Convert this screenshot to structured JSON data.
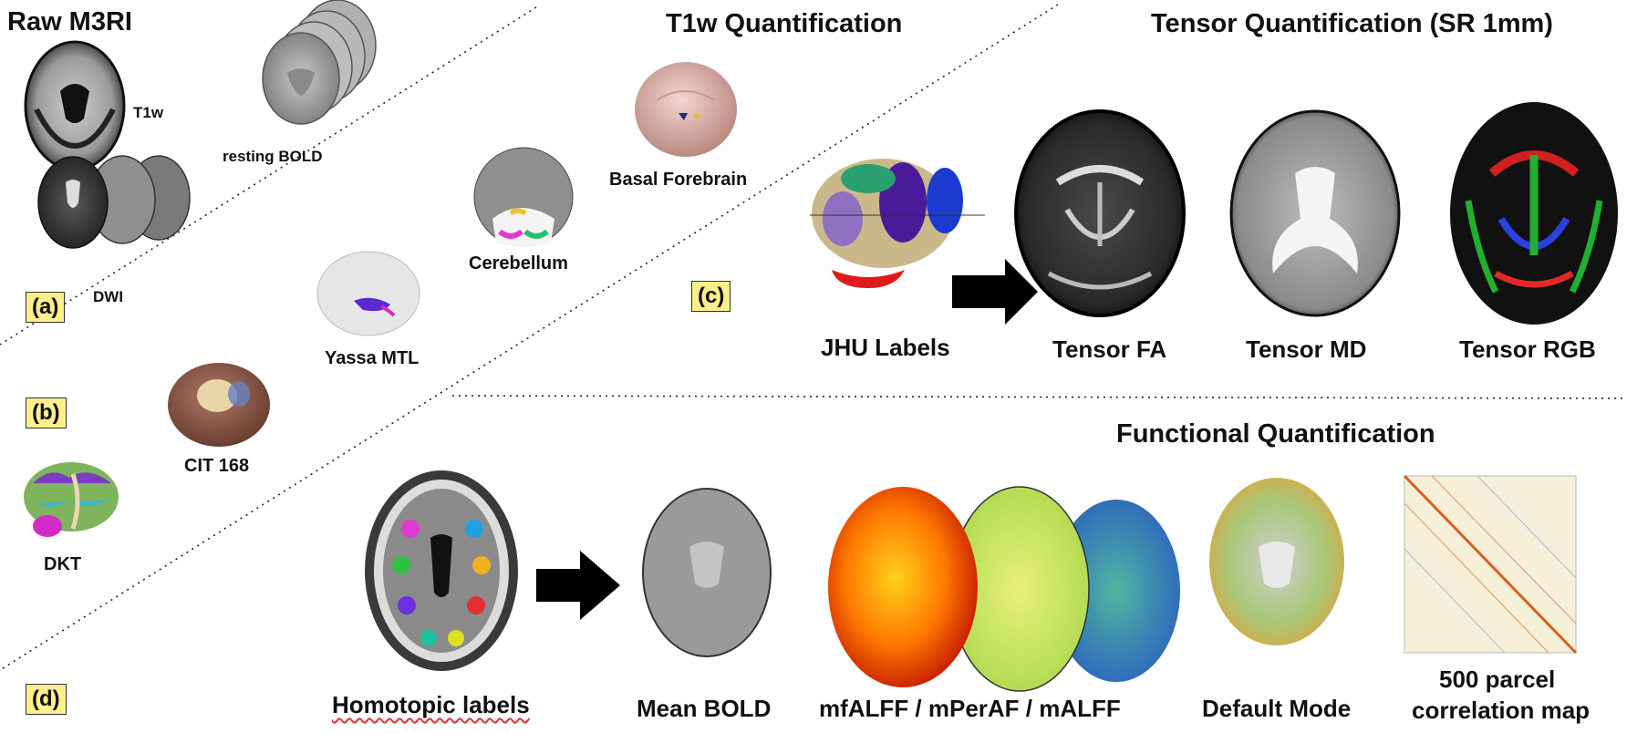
{
  "sections": {
    "a": {
      "tag": "(a)",
      "title": "Raw M3RI",
      "labels": {
        "t1w": "T1w",
        "resting_bold": "resting BOLD",
        "dwi": "DWI"
      }
    },
    "b": {
      "tag": "(b)",
      "labels": {
        "dkt": "DKT",
        "cit168": "CIT 168",
        "yassa": "Yassa MTL",
        "cerebellum": "Cerebellum",
        "basal": "Basal Forebrain"
      }
    },
    "t1w_quant": {
      "title": "T1w Quantification"
    },
    "c": {
      "tag": "(c)",
      "title": "Tensor Quantification (SR 1mm)",
      "labels": {
        "jhu": "JHU Labels",
        "fa": "Tensor FA",
        "md": "Tensor MD",
        "rgb": "Tensor RGB"
      }
    },
    "d": {
      "tag": "(d)",
      "title": "Functional Quantification",
      "labels": {
        "homotopic": "Homotopic labels",
        "mean_bold": "Mean BOLD",
        "alff": "mfALFF / mPerAF / mALFF",
        "dmn": "Default Mode",
        "corr_line1": "500 parcel",
        "corr_line2": "correlation map"
      }
    }
  },
  "colors": {
    "tag_fill": "#ffef8a",
    "divider": "#222222",
    "arrow": "#000000"
  }
}
